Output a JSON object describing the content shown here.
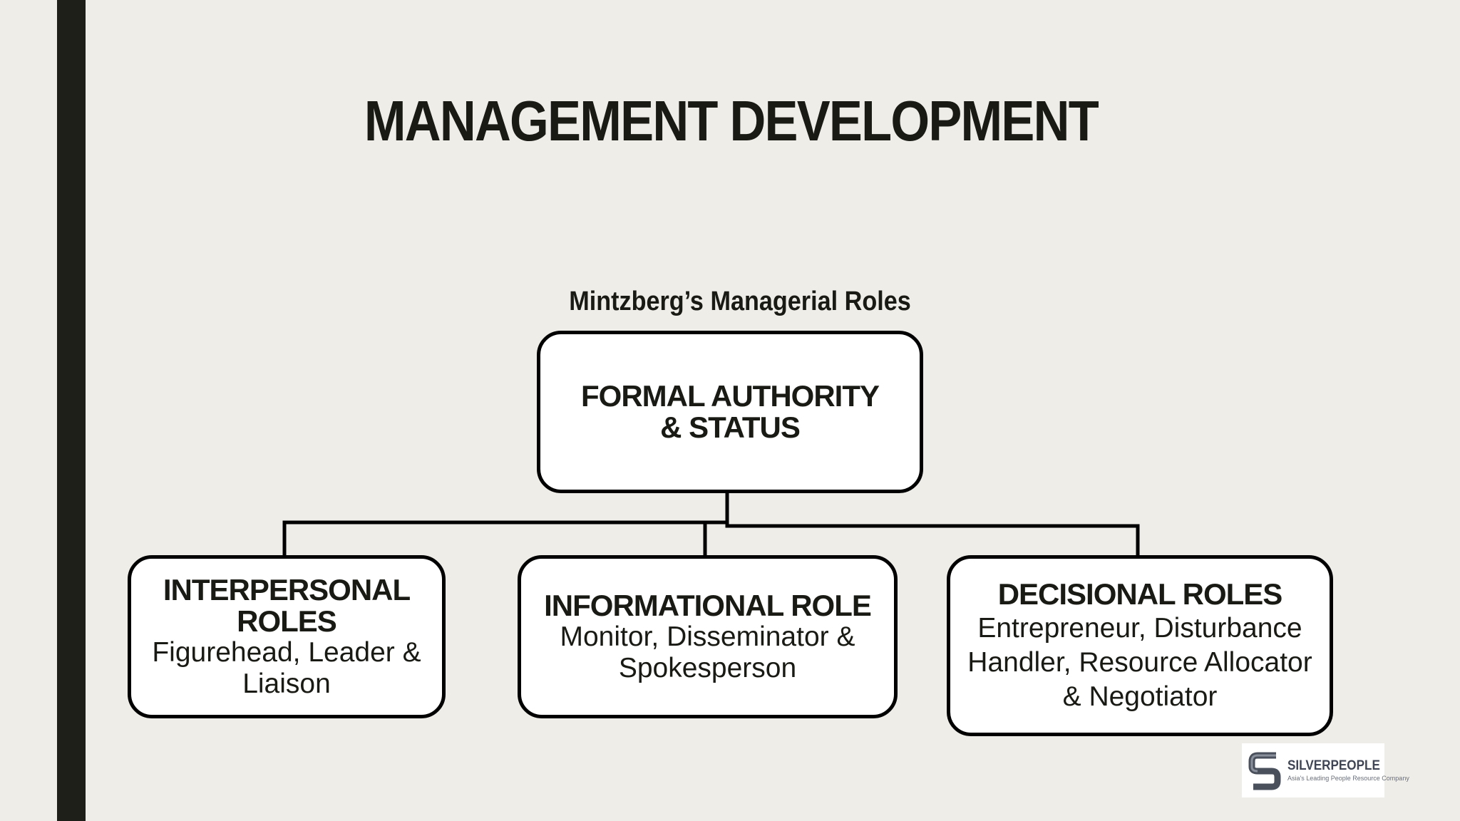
{
  "slide": {
    "title": "MANAGEMENT DEVELOPMENT"
  },
  "diagram": {
    "title": "Mintzberg’s Managerial Roles",
    "root": {
      "heading": "FORMAL AUTHORITY\n& STATUS"
    },
    "children": [
      {
        "heading": "INTERPERSONAL\nROLES",
        "body": "Figurehead, Leader &\nLiaison"
      },
      {
        "heading": "INFORMATIONAL ROLE",
        "body": "Monitor, Disseminator &\nSpokesperson"
      },
      {
        "heading": "DECISIONAL ROLES",
        "body": "Entrepreneur, Disturbance\nHandler, Resource Allocator\n& Negotiator"
      }
    ]
  },
  "logo": {
    "name": "SILVERPEOPLE",
    "tagline": "Asia's Leading People Resource Company"
  },
  "colors": {
    "background": "#efede8",
    "accent_bar": "#1d1f18",
    "box_fill": "#ffffff",
    "box_border": "#000000",
    "text": "#1a1a15"
  }
}
